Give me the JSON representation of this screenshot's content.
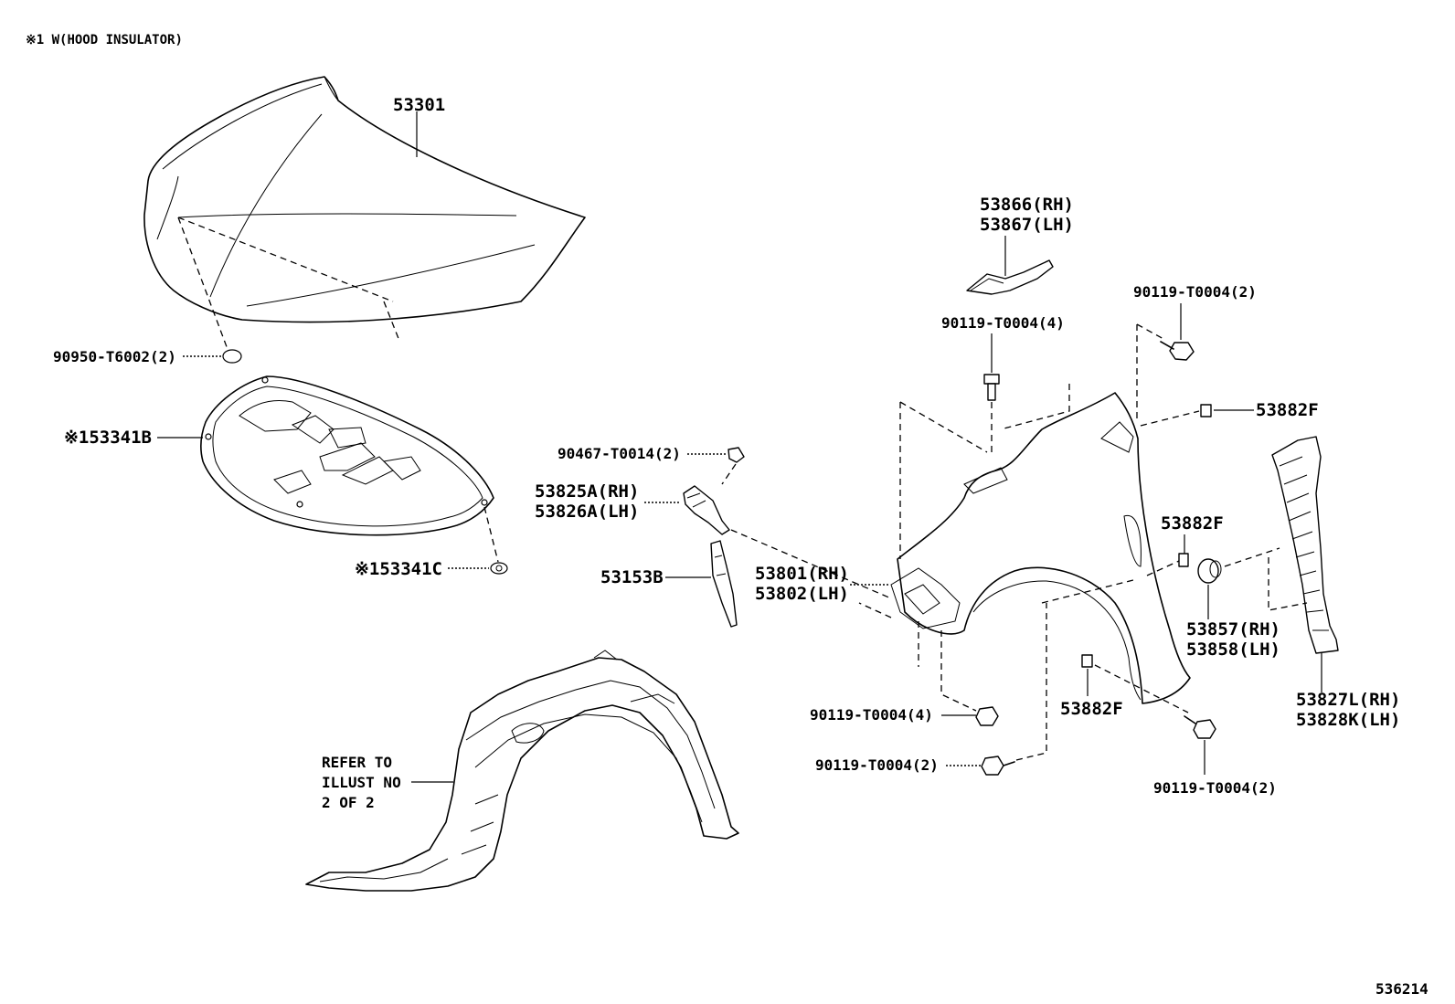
{
  "header": {
    "note": "※1 W(HOOD INSULATOR)"
  },
  "footer": {
    "illustration_number": "536214"
  },
  "callouts": {
    "hood": "53301",
    "hood_cushion": "90950-T6002(2)",
    "insulator": "※153341B",
    "insulator_clip": "※153341C",
    "fender_bracket_rh": "53866(RH)",
    "fender_bracket_lh": "53867(LH)",
    "bolt_top": "90119-T0004(4)",
    "bolt_right_top": "90119-T0004(2)",
    "clip_right_top": "53882F",
    "clip_label": "90467-T0014(2)",
    "seal_rh": "53825A(RH)",
    "seal_lh": "53826A(LH)",
    "cover": "53153B",
    "fender_rh": "53801(RH)",
    "fender_lh": "53802(LH)",
    "clip_mid": "53882F",
    "grommet_rh": "53857(RH)",
    "grommet_lh": "53858(LH)",
    "clip_bottom": "53882F",
    "bolt_bottom_a": "90119-T0004(4)",
    "bolt_bottom_b": "90119-T0004(2)",
    "bolt_bottom_right": "90119-T0004(2)",
    "seal_side_rh": "53827L(RH)",
    "seal_side_lh": "53828K(LH)"
  },
  "refer_note": {
    "line1": "REFER TO",
    "line2": "ILLUST NO",
    "line3": "2 OF 2"
  }
}
